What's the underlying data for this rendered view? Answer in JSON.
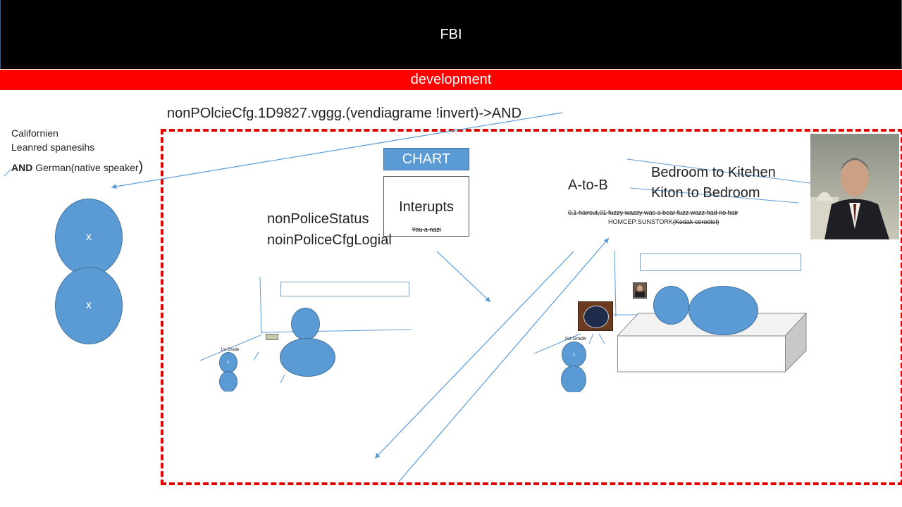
{
  "header": {
    "title": "FBI"
  },
  "subheader": {
    "title": "development"
  },
  "formula": "nonPOlcieCfg.1D9827.vggg.(vendiagrame !invert)->AND",
  "side": {
    "line1": "Californien",
    "line2": "Leanred spanesihs",
    "line3_bold": "AND",
    "line3_rest": " German(native speaker",
    "line3_paren": ")",
    "circle1": "x",
    "circle2": "x"
  },
  "chart_button": "CHART",
  "interupts": {
    "title": "Interupts",
    "struck": "You a nazi"
  },
  "status": {
    "line1": "nonPoliceStatus",
    "line2": "noinPoliceCfgLogial"
  },
  "a_to_b": "A-to-B",
  "rooms": {
    "line1": "Bedroom to Kitehen",
    "line2": "Kiton to Bedroom"
  },
  "struck_note": "0.1 haircut,01 fuzzy wazzy was a bear fuzz wazz had no hair",
  "homcep": {
    "text": "HOMCEP:SUNSTORK",
    "struck": "(Kodak corodiel)"
  },
  "left_scene": {
    "grade": "1st Grade",
    "small_x": "x"
  },
  "right_scene": {
    "grade": "1st Grade",
    "small_x": "x"
  },
  "colors": {
    "accent_blue": "#5b9bd5",
    "header_bg": "#000000",
    "subheader_bg": "#ff0000",
    "frame": "#e00000"
  }
}
